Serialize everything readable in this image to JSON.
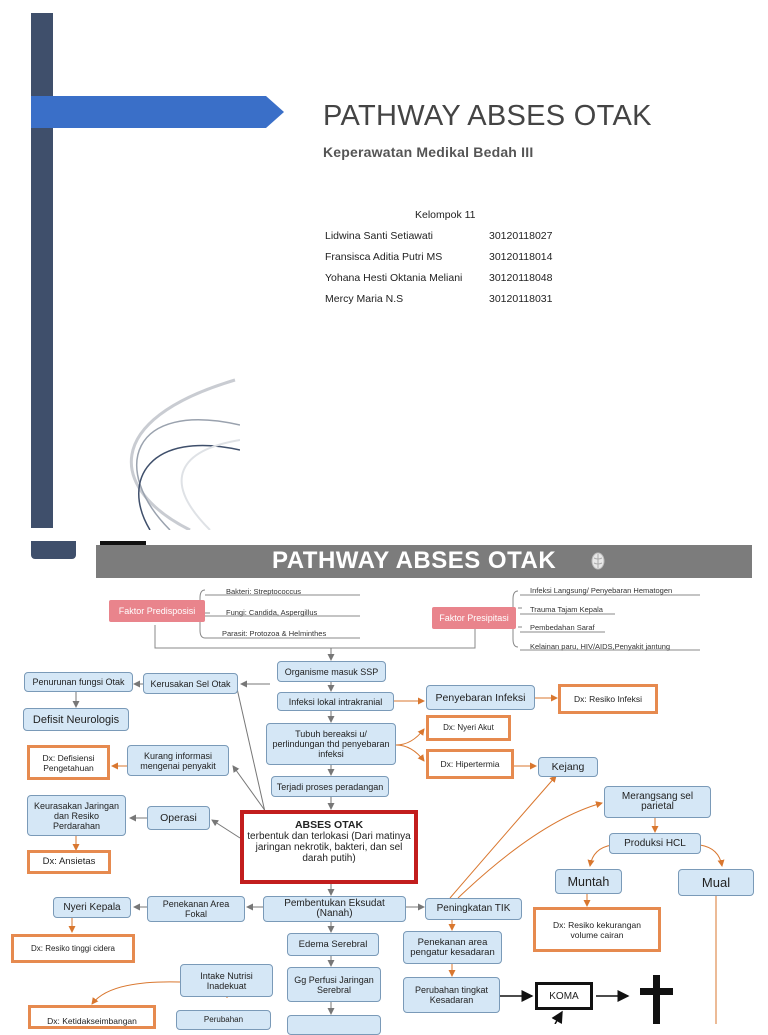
{
  "cover": {
    "title": "PATHWAY ABSES OTAK",
    "subtitle": "Keperawatan Medikal Bedah III",
    "group_title": "Kelompok 11",
    "members": [
      {
        "name": "Lidwina Santi Setiawati",
        "id": "30120118027"
      },
      {
        "name": "Fransisca Aditia Putri MS",
        "id": "30120118014"
      },
      {
        "name": "Yohana Hesti Oktania Meliani",
        "id": "30120118048"
      },
      {
        "name": "Mercy Maria N.S",
        "id": "30120118031"
      }
    ]
  },
  "pathway": {
    "banner_title": "PATHWAY ABSES OTAK",
    "faktor_predisposisi": "Faktor Predisposisi",
    "predisposisi_items": [
      "Bakteri: Streptococcus",
      "Fungi: Candida, Aspergillus",
      "Parasit: Protozoa & Helminthes"
    ],
    "faktor_presipitasi": "Faktor Presipitasi",
    "presipitasi_items": [
      "Infeksi Langsung/ Penyebaran Hematogen",
      "Trauma Tajam Kepala",
      "Pembedahan Saraf",
      "Kelainan paru, HIV/AIDS,Penyakit jantung"
    ],
    "center": {
      "organisme": "Organisme masuk SSP",
      "infeksi_lokal": "Infeksi lokal intrakranial",
      "tubuh": "Tubuh bereaksi u/ perlindungan thd penyebaran infeksi",
      "peradangan": "Terjadi proses peradangan",
      "abses_title": "ABSES OTAK",
      "abses_body": "terbentuk dan terlokasi (Dari matinya jaringan nekrotik, bakteri, dan sel darah putih)",
      "eksudat": "Pembentukan Eksudat (Nanah)",
      "edema": "Edema Serebral",
      "perfusi": "Gg Perfusi Jaringan Serebral"
    },
    "left": {
      "kerusakan_sel": "Kerusakan Sel Otak",
      "penurunan_fungsi": "Penurunan fungsi Otak",
      "defisit": "Defisit Neurologis",
      "kurang_info": "Kurang informasi mengenai penyakit",
      "dx_defisiensi": "Dx: Defisiensi Pengetahuan",
      "operasi": "Operasi",
      "keruskan_jaringan": "Keurasakan Jaringan dan Resiko Perdarahan",
      "dx_ansietas": "Dx: Ansietas",
      "penekanan_fokal": "Penekanan Area Fokal",
      "nyeri_kepala": "Nyeri Kepala",
      "dx_cidera": "Dx: Resiko tinggi cidera",
      "intake": "Intake Nutrisi Inadekuat",
      "perubahan": "Perubahan",
      "dx_nutrisi": "Dx: Ketidakseimbangan"
    },
    "right": {
      "penyebaran": "Penyebaran Infeksi",
      "dx_infeksi": "Dx: Resiko Infeksi",
      "dx_nyeri": "Dx: Nyeri Akut",
      "dx_hipertermia": "Dx: Hipertermia",
      "kejang": "Kejang",
      "merangsang": "Merangsang sel parietal",
      "hcl": "Produksi HCL",
      "muntah": "Muntah",
      "mual": "Mual",
      "dx_cairan": "Dx: Resiko kekurangan volume cairan",
      "tik": "Peningkatan TIK",
      "penekanan_kesadaran": "Penekanan area pengatur kesadaran",
      "perubahan_kesadaran": "Perubahan tingkat Kesadaran",
      "koma": "KOMA"
    },
    "colors": {
      "box_fill": "#d5e7f6",
      "dx_border": "#e68a4f",
      "factor_fill": "#e9848c",
      "abses_border": "#c21d1d",
      "banner": "#7c7c7c"
    }
  }
}
